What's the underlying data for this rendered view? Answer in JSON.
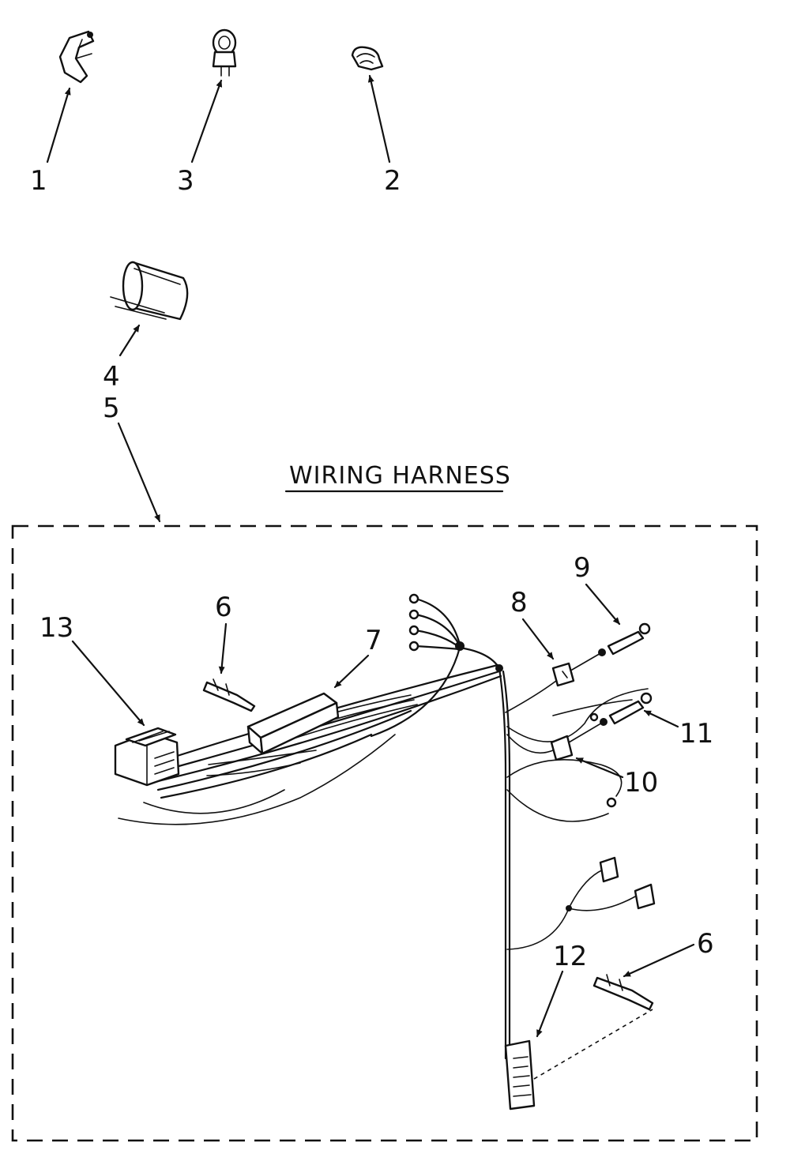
{
  "diagram": {
    "title": "WIRING HARNESS",
    "callouts": {
      "c1": "1",
      "c2": "2",
      "c3": "3",
      "c4": "4",
      "c5": "5",
      "c6a": "6",
      "c6b": "6",
      "c7": "7",
      "c8": "8",
      "c9": "9",
      "c10": "10",
      "c11": "11",
      "c12": "12",
      "c13": "13"
    }
  }
}
